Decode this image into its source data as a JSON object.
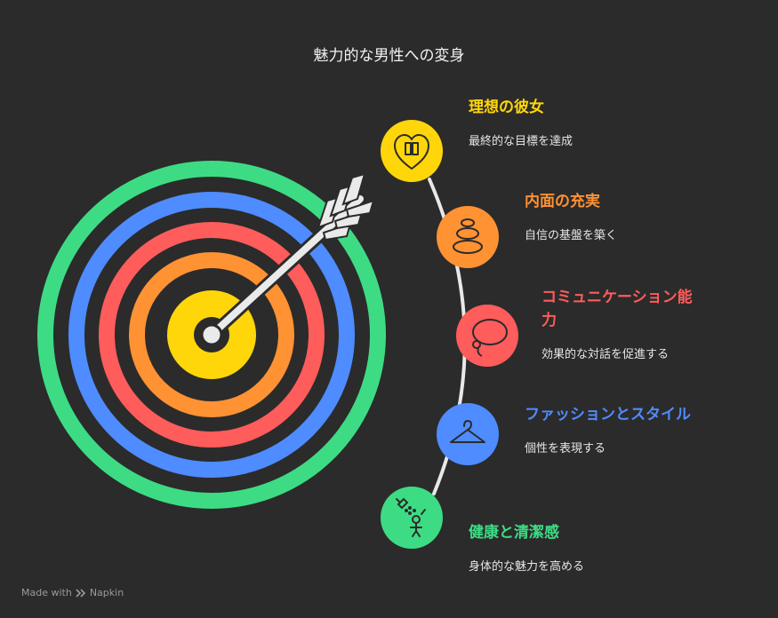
{
  "title": "魅力的な男性への変身",
  "steps": [
    {
      "title": "理想の彼女",
      "desc": "最終的な目標を達成",
      "color": "#ffd60a",
      "icon": "heart-book-icon"
    },
    {
      "title": "内面の充実",
      "desc": "自信の基盤を築く",
      "color": "#ff9233",
      "icon": "stacked-stones-icon"
    },
    {
      "title": "コミュニケーション能力",
      "desc": "効果的な対話を促進する",
      "color": "#ff5c5c",
      "icon": "speech-bubble-icon"
    },
    {
      "title": "ファッションとスタイル",
      "desc": "個性を表現する",
      "color": "#4f8cff",
      "icon": "hanger-icon"
    },
    {
      "title": "健康と清潔感",
      "desc": "身体的な魅力を高める",
      "color": "#3ddc84",
      "icon": "shower-icon"
    }
  ],
  "footer": {
    "made_with": "Made with",
    "brand": "Napkin"
  }
}
